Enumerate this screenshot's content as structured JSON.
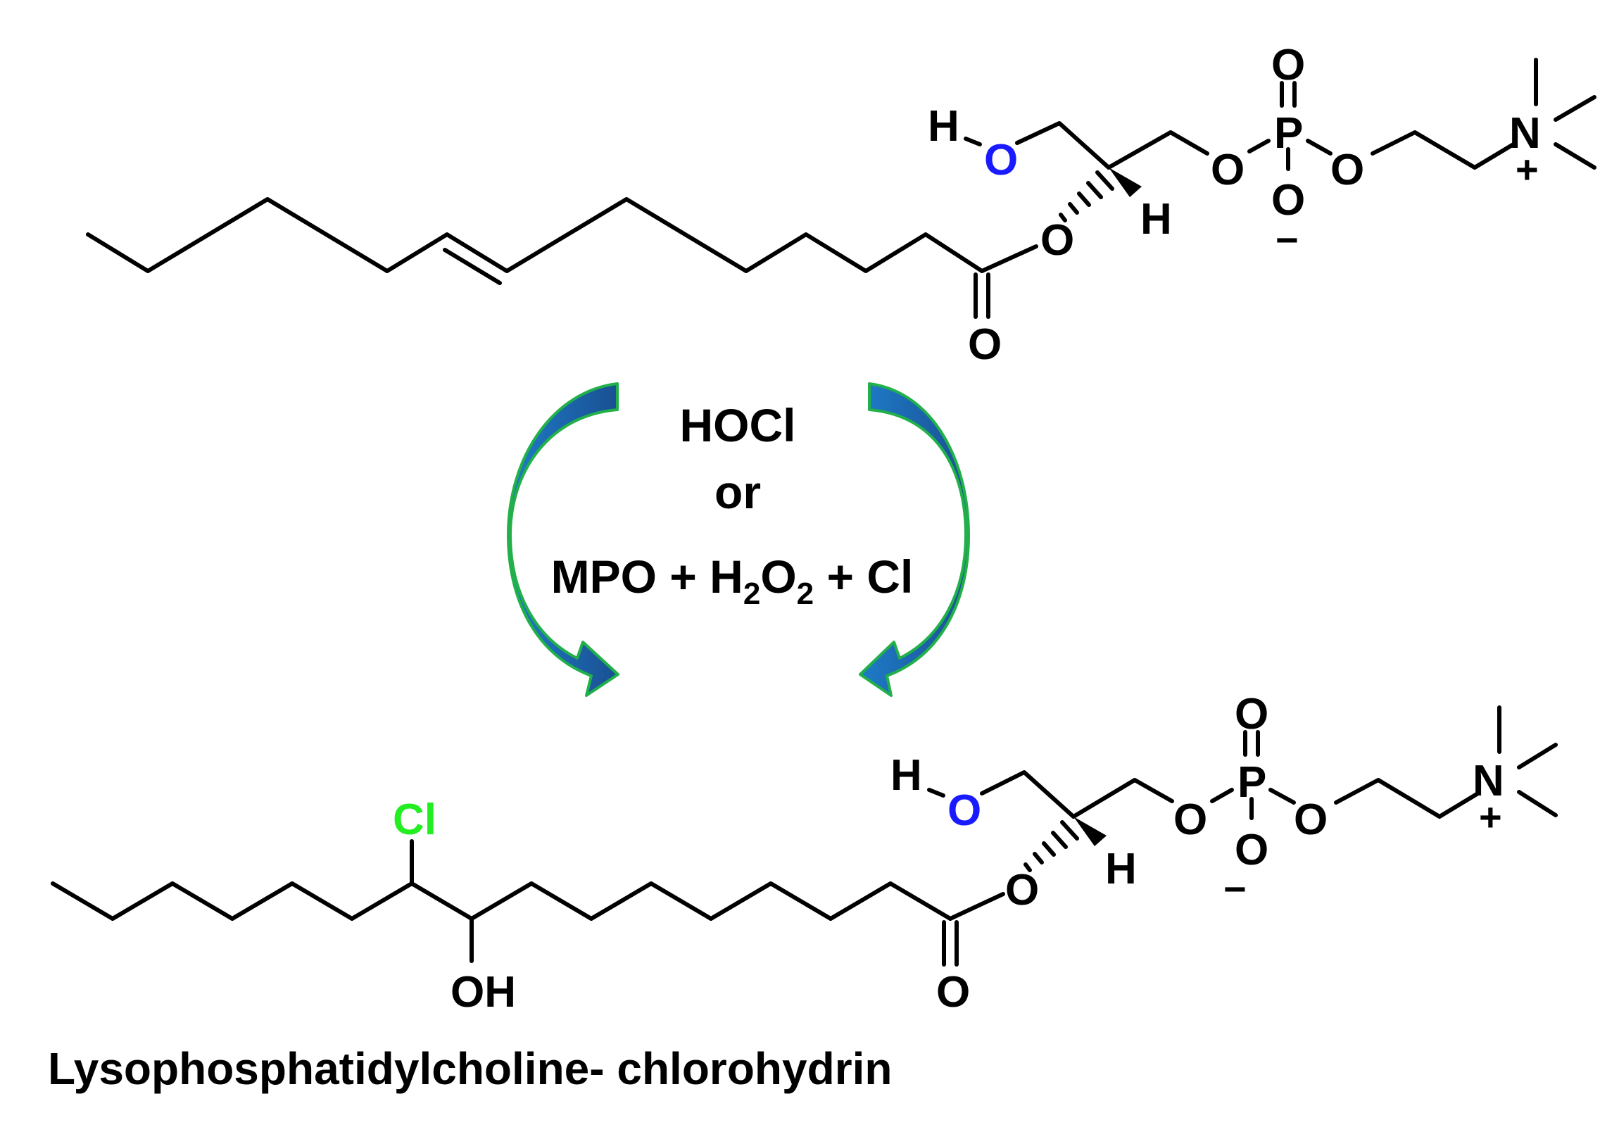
{
  "molecule_top": {
    "atoms": {
      "h_hydroxyl": "H",
      "o_hydroxyl": "O",
      "o_ester": "O",
      "h_stereo": "H",
      "o_carbonyl": "O",
      "o_phos_left": "O",
      "p": "P",
      "o_phos_top": "O",
      "o_phos_bottom": "O",
      "o_phos_right": "O",
      "n": "N"
    },
    "charges": {
      "negative": "−",
      "positive": "+"
    }
  },
  "reaction": {
    "reagent_1": "HOCl",
    "connector": "or",
    "reagent_2_parts": [
      "MPO + H",
      "2",
      "O",
      "2",
      " + Cl"
    ]
  },
  "molecule_bottom": {
    "atoms": {
      "cl": "Cl",
      "oh": "OH",
      "h_hydroxyl": "H",
      "o_hydroxyl": "O",
      "o_ester": "O",
      "h_stereo": "H",
      "o_carbonyl": "O",
      "o_phos_left": "O",
      "p": "P",
      "o_phos_top": "O",
      "o_phos_bottom": "O",
      "o_phos_right": "O",
      "n": "N"
    },
    "charges": {
      "negative": "−",
      "positive": "+"
    }
  },
  "product_name": "Lysophosphatidylcholine- chlorohydrin",
  "colors": {
    "hydroxyl_oxygen": "#1a1aff",
    "chlorine": "#22ee22",
    "arrow_fill": "#1a5fa8",
    "arrow_outline": "#22b04a"
  }
}
